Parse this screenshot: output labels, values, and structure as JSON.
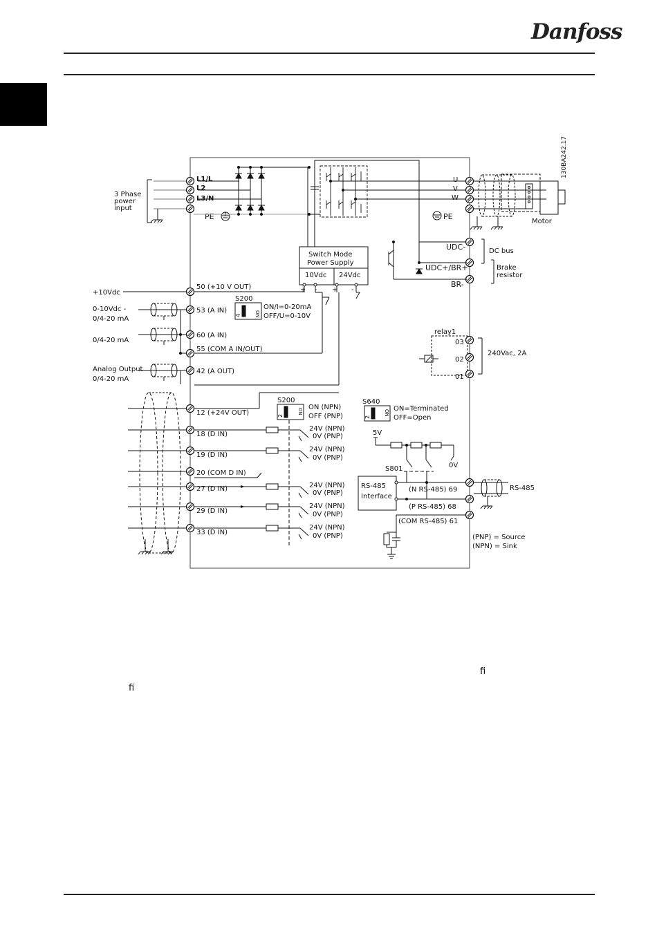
{
  "header": {
    "brand": "Danfoss"
  },
  "figure": {
    "code": "130BA242.17",
    "power_input": {
      "label_lines": [
        "3 Phase",
        "power",
        "input"
      ],
      "terminals": [
        "L1/L",
        "L2",
        "L3/N"
      ],
      "pe": "PE"
    },
    "motor": {
      "terminals": [
        "U",
        "V",
        "W"
      ],
      "pe": "PE",
      "label": "Motor"
    },
    "dc": {
      "udc_minus": "UDC-",
      "udc_plus": "UDC+/BR+",
      "br_minus": "BR-",
      "dc_bus": "DC bus",
      "brake_lines": [
        "Brake",
        "resistor"
      ]
    },
    "smps": {
      "lines": [
        "Switch Mode",
        "Power Supply"
      ],
      "v10": "10Vdc",
      "v24": "24Vdc"
    },
    "left_labels": {
      "plus10": "+10Vdc",
      "ain53": [
        "0-10Vdc -",
        "0/4-20 mA"
      ],
      "ain60": "0/4-20 mA",
      "aout": [
        "Analog Output",
        "0/4-20 mA"
      ]
    },
    "analog_terminals": {
      "t50": "50 (+10 V OUT)",
      "t53": "53 (A IN)",
      "t60": "60 (A IN)",
      "t55": "55 (COM A IN/OUT)",
      "t42": "42 (A OUT)"
    },
    "s200a": {
      "name": "S200",
      "pos": "4",
      "on": "ON",
      "on_text": "ON/I=0-20mA",
      "off_text": "OFF/U=0-10V"
    },
    "relay": {
      "name": "relay1",
      "t03": "03",
      "t02": "02",
      "t01": "01",
      "rating": "240Vac, 2A"
    },
    "digital_terminals": [
      {
        "label": "12 (+24V OUT)"
      },
      {
        "label": "18 (D IN)"
      },
      {
        "label": "19 (D IN)"
      },
      {
        "label": "20 (COM D IN)"
      },
      {
        "label": "27 (D IN)"
      },
      {
        "label": "29 (D IN)"
      },
      {
        "label": "33 (D IN)"
      }
    ],
    "s200b": {
      "name": "S200",
      "pos": "2",
      "on": "ON",
      "on_text": "ON (NPN)",
      "off_text": "OFF (PNP)"
    },
    "din_sel": {
      "npn": "24V (NPN)",
      "pnp": "0V (PNP)"
    },
    "s640": {
      "name": "S640",
      "pos": "2",
      "on": "ON",
      "on_text": "ON=Terminated",
      "off_text": "OFF=Open"
    },
    "rs485": {
      "v5": "5V",
      "v0": "0V",
      "s801": "S801",
      "iface": [
        "RS-485",
        "Interface"
      ],
      "t69": "(N RS-485) 69",
      "t68": "(P RS-485) 68",
      "t61": "(COM RS-485) 61",
      "bus": "RS-485"
    },
    "legend": {
      "pnp": "(PNP) = Source",
      "npn": "(NPN) = Sink"
    }
  },
  "stray": {
    "a": "ﬁ",
    "b": "ﬁ"
  }
}
